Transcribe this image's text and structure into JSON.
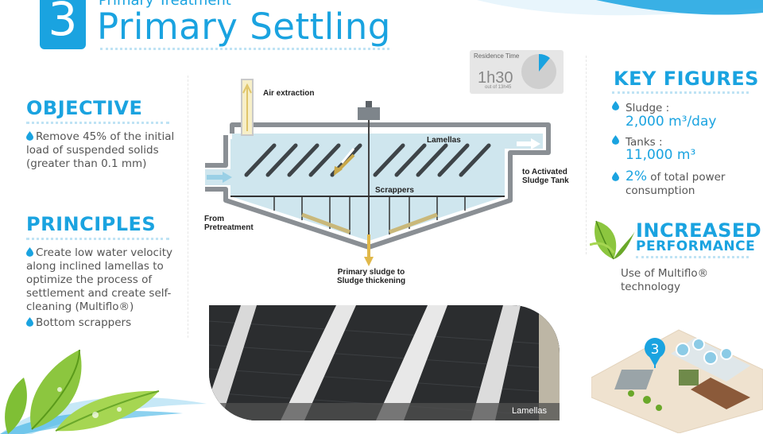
{
  "header": {
    "step_number": "3",
    "category": "Primary Treatment",
    "title": "Primary Settling"
  },
  "residence": {
    "label": "Residence Time",
    "value": "1h30",
    "sub": "out of 13h45",
    "fraction": 0.109
  },
  "objective": {
    "heading": "OBJECTIVE",
    "text": "Remove 45% of the initial load of suspended solids (greater than 0.1 mm)"
  },
  "principles": {
    "heading": "PRINCIPLES",
    "items": [
      "Create low water velocity along inclined lamellas to optimize the process of settlement and create self-cleaning (Multiflo®)",
      "Bottom scrappers"
    ]
  },
  "diagram": {
    "air_extraction": "Air extraction",
    "lamellas": "Lamellas",
    "to_activated": "to Activated Sludge Tank",
    "scrappers": "Scrappers",
    "from_pretreatment": "From Pretreatment",
    "primary_sludge": "Primary sludge to Sludge thickening"
  },
  "photo": {
    "caption": "Lamellas"
  },
  "key_figures": {
    "heading": "KEY FIGURES",
    "sludge_label": "Sludge :",
    "sludge_value": "2,000 m³/day",
    "tanks_label": "Tanks :",
    "tanks_value": "11,000 m³",
    "power_value": "2%",
    "power_text": "of total power consumption"
  },
  "increased": {
    "line1": "INCREASED",
    "line2": "PERFORMANCE",
    "text": "Use of Multiflo® technology"
  },
  "map": {
    "marker": "3"
  },
  "colors": {
    "accent": "#1aa3e0",
    "leaf": "#8cc63f"
  }
}
